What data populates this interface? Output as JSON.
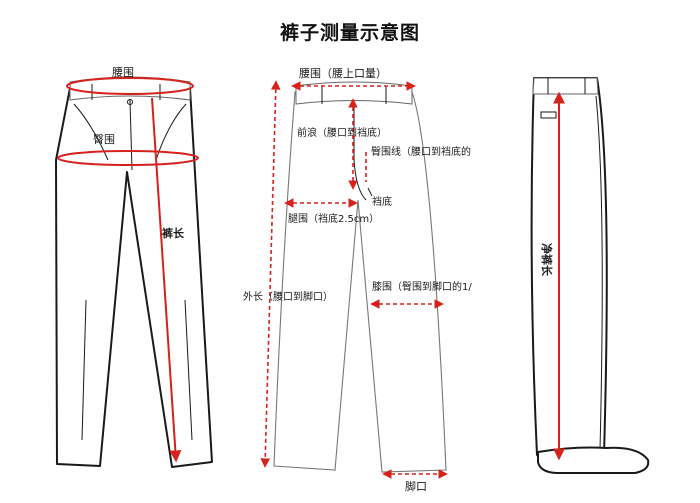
{
  "title": "裤子测量示意图",
  "colors": {
    "measure": "#d6211c",
    "outline": "#1a1a1a"
  },
  "left_figure": {
    "labels": {
      "waist": "腰围",
      "hip": "臀围",
      "length": "裤长"
    }
  },
  "middle_figure": {
    "labels": {
      "waist": "腰围（腰上口量）",
      "front_rise": "前浪（腰口到裆底）",
      "hip_line": "臀围线（腰口到裆底的",
      "crotch": "裆底",
      "thigh": "腿围（裆底2.5cm）",
      "outseam": "外长（腰口到脚口）",
      "knee": "膝围（臀围到脚口的1/",
      "hem": "脚口"
    }
  },
  "right_figure": {
    "labels": {
      "inseam": "净裤长"
    }
  }
}
